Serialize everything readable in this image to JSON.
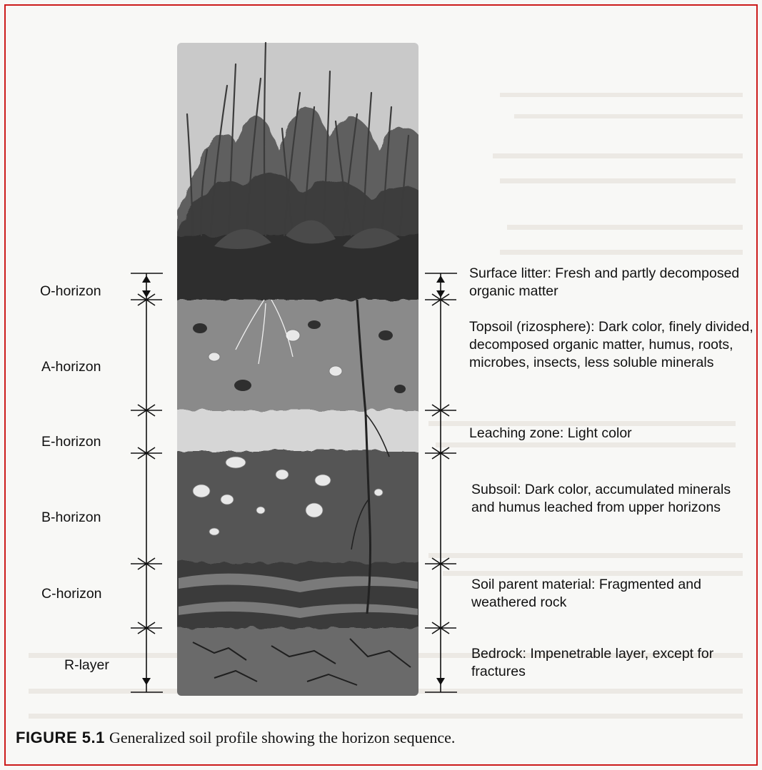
{
  "figure": {
    "label": "FIGURE 5.1",
    "caption": "Generalized soil profile showing the horizon sequence."
  },
  "horizons": [
    {
      "name": "O-horizon",
      "description": "Surface litter: Fresh and partly decomposed organic matter"
    },
    {
      "name": "A-horizon",
      "description": "Topsoil (rizosphere): Dark color, finely divided, decomposed organic matter, humus, roots, microbes, insects, less soluble minerals"
    },
    {
      "name": "E-horizon",
      "description": "Leaching zone: Light color"
    },
    {
      "name": "B-horizon",
      "description": "Subsoil: Dark color, accumulated minerals and humus leached from upper horizons"
    },
    {
      "name": "C-horizon",
      "description": "Soil parent material: Fragmented and weathered rock"
    },
    {
      "name": "R-layer",
      "description": "Bedrock: Impenetrable layer, except for fractures"
    }
  ],
  "colors": {
    "frame_border": "#cc1b1b"
  }
}
